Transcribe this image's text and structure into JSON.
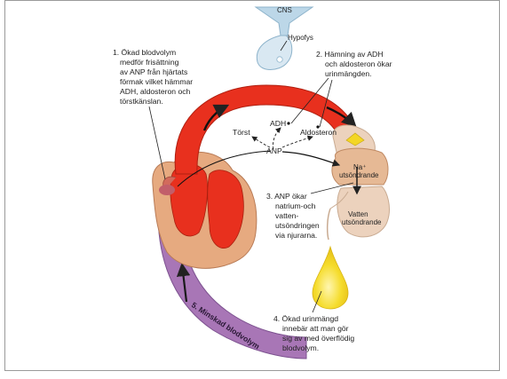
{
  "cns": {
    "label": "CNS",
    "pituitary_label": "Hypofys"
  },
  "step1": {
    "lines": [
      "1. Ökad blodvolym",
      "medför frisättning",
      "av ANP från hjärtats",
      "förmak vilket hämmar",
      "ADH, aldosteron och",
      "törstkänslan."
    ]
  },
  "step2": {
    "lines": [
      "2. Hämning av ADH",
      "och aldosteron ökar",
      "urinmängden."
    ]
  },
  "step3": {
    "lines": [
      "3. ANP ökar",
      "natrium-och",
      "vatten-",
      "utsöndringen",
      "via njurarna."
    ]
  },
  "step4": {
    "lines": [
      "4. Ökad urinmängd",
      "innebär att man gör",
      "sig av med överflödig",
      "blodvolym."
    ]
  },
  "step5": {
    "label": "5. Minskad blodvolym"
  },
  "hormones": {
    "adh": "ADH",
    "thirst": "Törst",
    "aldosterone": "Aldosteron",
    "anp": "ANP"
  },
  "kidney": {
    "sodium_lines": [
      "Na⁺",
      "utsöndrande"
    ],
    "water_lines": [
      "Vatten",
      "utsöndrande"
    ]
  },
  "colors": {
    "vessel_red": "#e8301e",
    "heart_tan": "#e6aa80",
    "vein_purple": "#a876b6",
    "cns_blue": "#bcd7e8",
    "kidney_beige": "#ecd2bd",
    "urine_yellow": "#f3d625"
  }
}
